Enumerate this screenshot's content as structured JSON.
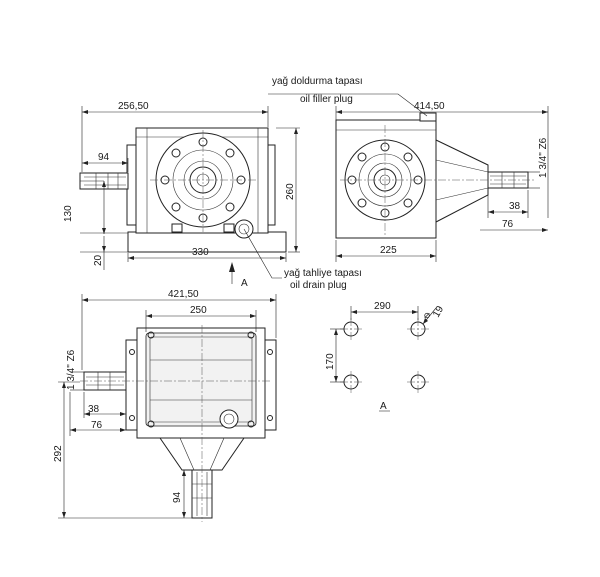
{
  "labels": {
    "filler_plug_tr": "yağ doldurma tapası",
    "filler_plug_en": "oil filler plug",
    "drain_plug_tr": "yağ tahliye tapası",
    "drain_plug_en": "oil drain plug",
    "view_arrow": "A",
    "view_label": "A"
  },
  "dimensions": {
    "front_overall_width": "256,50",
    "front_shaft_length": "94",
    "front_shaft_height": "130",
    "front_base_height": "20",
    "front_base_width": "330",
    "front_overall_height": "260",
    "side_overall_width": "414,50",
    "side_thread": "1 3/4\" Z6",
    "side_38": "38",
    "side_76": "76",
    "side_base_width": "225",
    "top_overall_width": "421,50",
    "top_cover_width": "250",
    "top_thread": "1 3/4\" Z6",
    "top_38": "38",
    "top_76": "76",
    "top_overall_depth": "292",
    "top_shaft_length": "94",
    "hole_spacing_x": "290",
    "hole_diameter": "19",
    "hole_spacing_y": "170"
  },
  "colors": {
    "line": "#222222",
    "background": "#ffffff"
  }
}
